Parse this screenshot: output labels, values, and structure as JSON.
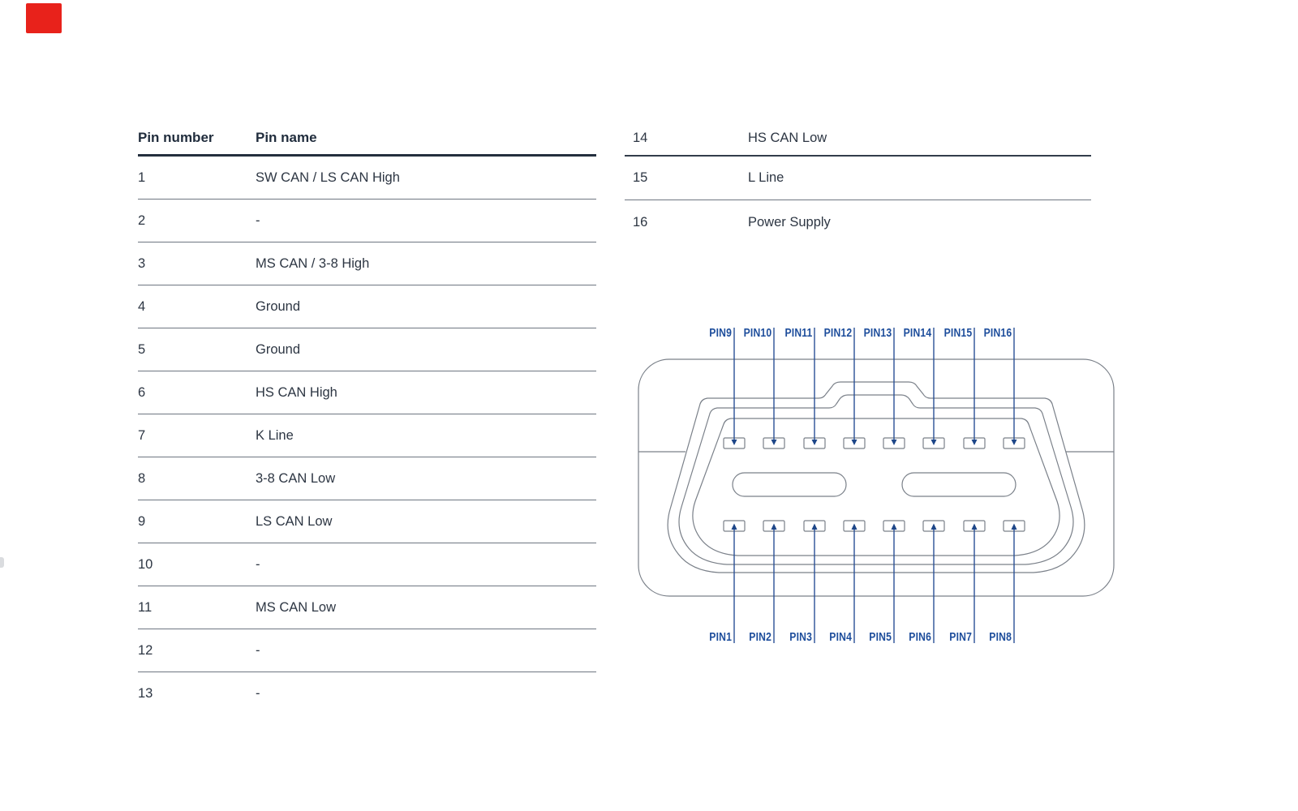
{
  "colors": {
    "accent_blue": "#1e4e9c",
    "outline_gray": "#7a8089",
    "thick_border": "#242f3e",
    "thin_border": "#6e7681",
    "text_dark": "#212d3d",
    "text_body": "#2d3643",
    "annotation_red": "#e8221b"
  },
  "table_left": {
    "headers": {
      "number": "Pin number",
      "name": "Pin name"
    },
    "rows": [
      {
        "number": "1",
        "name": "SW CAN / LS CAN High"
      },
      {
        "number": "2",
        "name": "-"
      },
      {
        "number": "3",
        "name": "MS CAN / 3-8 High"
      },
      {
        "number": "4",
        "name": "Ground"
      },
      {
        "number": "5",
        "name": "Ground"
      },
      {
        "number": "6",
        "name": "HS CAN High"
      },
      {
        "number": "7",
        "name": "K Line"
      },
      {
        "number": "8",
        "name": "3-8 CAN Low"
      },
      {
        "number": "9",
        "name": "LS CAN Low"
      },
      {
        "number": "10",
        "name": "-"
      },
      {
        "number": "11",
        "name": "MS CAN Low"
      },
      {
        "number": "12",
        "name": "-"
      },
      {
        "number": "13",
        "name": "-"
      }
    ]
  },
  "table_right": {
    "rows": [
      {
        "number": "14",
        "name": "HS CAN Low"
      },
      {
        "number": "15",
        "name": "L Line"
      },
      {
        "number": "16",
        "name": "Power Supply"
      }
    ]
  },
  "connector": {
    "top_labels": [
      "PIN9",
      "PIN10",
      "PIN11",
      "PIN12",
      "PIN13",
      "PIN14",
      "PIN15",
      "PIN16"
    ],
    "bottom_labels": [
      "PIN1",
      "PIN2",
      "PIN3",
      "PIN4",
      "PIN5",
      "PIN6",
      "PIN7",
      "PIN8"
    ]
  }
}
